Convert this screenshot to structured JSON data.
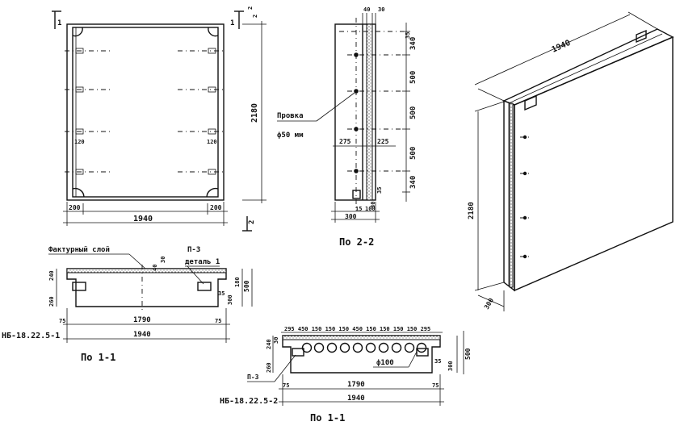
{
  "labels": {
    "front_top_left_marker": "1",
    "front_top_right_marker": "1",
    "front_top_right_dim_a": "2",
    "front_top_right_dim_b": "2",
    "front_height": "2180",
    "front_bottom_left": "200",
    "front_bottom_right": "200",
    "front_width": "1940",
    "front_inner_left": "120",
    "front_inner_right": "120",
    "front_section_marker": "2",
    "side_top_dims": "40",
    "side_top_dims_b": "30",
    "side_top_right": "35",
    "side_dim_1": "340",
    "side_dim_2": "500",
    "side_dim_3": "500",
    "side_dim_4": "500",
    "side_dim_5": "340",
    "side_left_275": "275",
    "side_right_225": "225",
    "side_bottom_35": "35",
    "side_bottom_30": "30",
    "side_bottom_15": "15",
    "side_bottom_100": "100",
    "side_width": "300",
    "side_callout": "Провка",
    "side_callout_2": "ф50 мм",
    "side_caption": "По 2-2",
    "sec1_layer": "Фактурный слой",
    "sec1_p3": "П-3",
    "sec1_detail": "деталь 1",
    "sec1_40": "40",
    "sec1_30": "30",
    "sec1_240": "240",
    "sec1_260": "260",
    "sec1_35": "35",
    "sec1_300": "300",
    "sec1_180": "180",
    "sec1_500": "500",
    "sec1_left_75": "75",
    "sec1_span": "1790",
    "sec1_right_75": "75",
    "sec1_total": "1940",
    "sec1_mark": "НБ-18.22.5-1",
    "sec1_caption": "По 1-1",
    "sec2_top_dims": "295  450 150  150 150 450 150 150 150 150  295",
    "sec2_240": "240",
    "sec2_30": "30",
    "sec2_260": "260",
    "sec2_35": "35",
    "sec2_300": "300",
    "sec2_500": "500",
    "sec2_p3": "П-3",
    "sec2_holes": "ф100",
    "sec2_left_75": "75",
    "sec2_span": "1790",
    "sec2_right_75": "75",
    "sec2_total": "1940",
    "sec2_mark": "НБ-18.22.5-2",
    "sec2_caption": "По 1-1",
    "iso_length": "1940",
    "iso_height": "2180",
    "iso_depth": "300"
  }
}
